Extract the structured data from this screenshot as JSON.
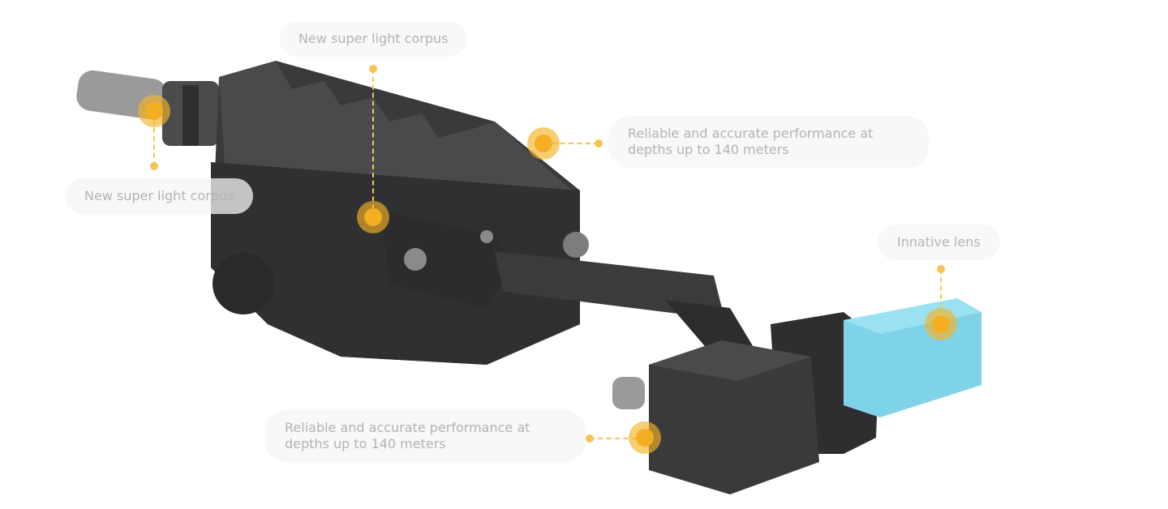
{
  "callouts": [
    {
      "label": "New super light corpus"
    },
    {
      "label": "New super light corpus"
    },
    {
      "label": "Reliable and accurate performance at depths up to 140 meters"
    },
    {
      "label": "Innative lens"
    },
    {
      "label": "Reliable and accurate performance at depths up to 140 meters"
    }
  ],
  "colors": {
    "accent": "#f4ae22",
    "body": "#3a3a3c",
    "lens": "#7ed3e8",
    "label": "#b3b3b3"
  }
}
